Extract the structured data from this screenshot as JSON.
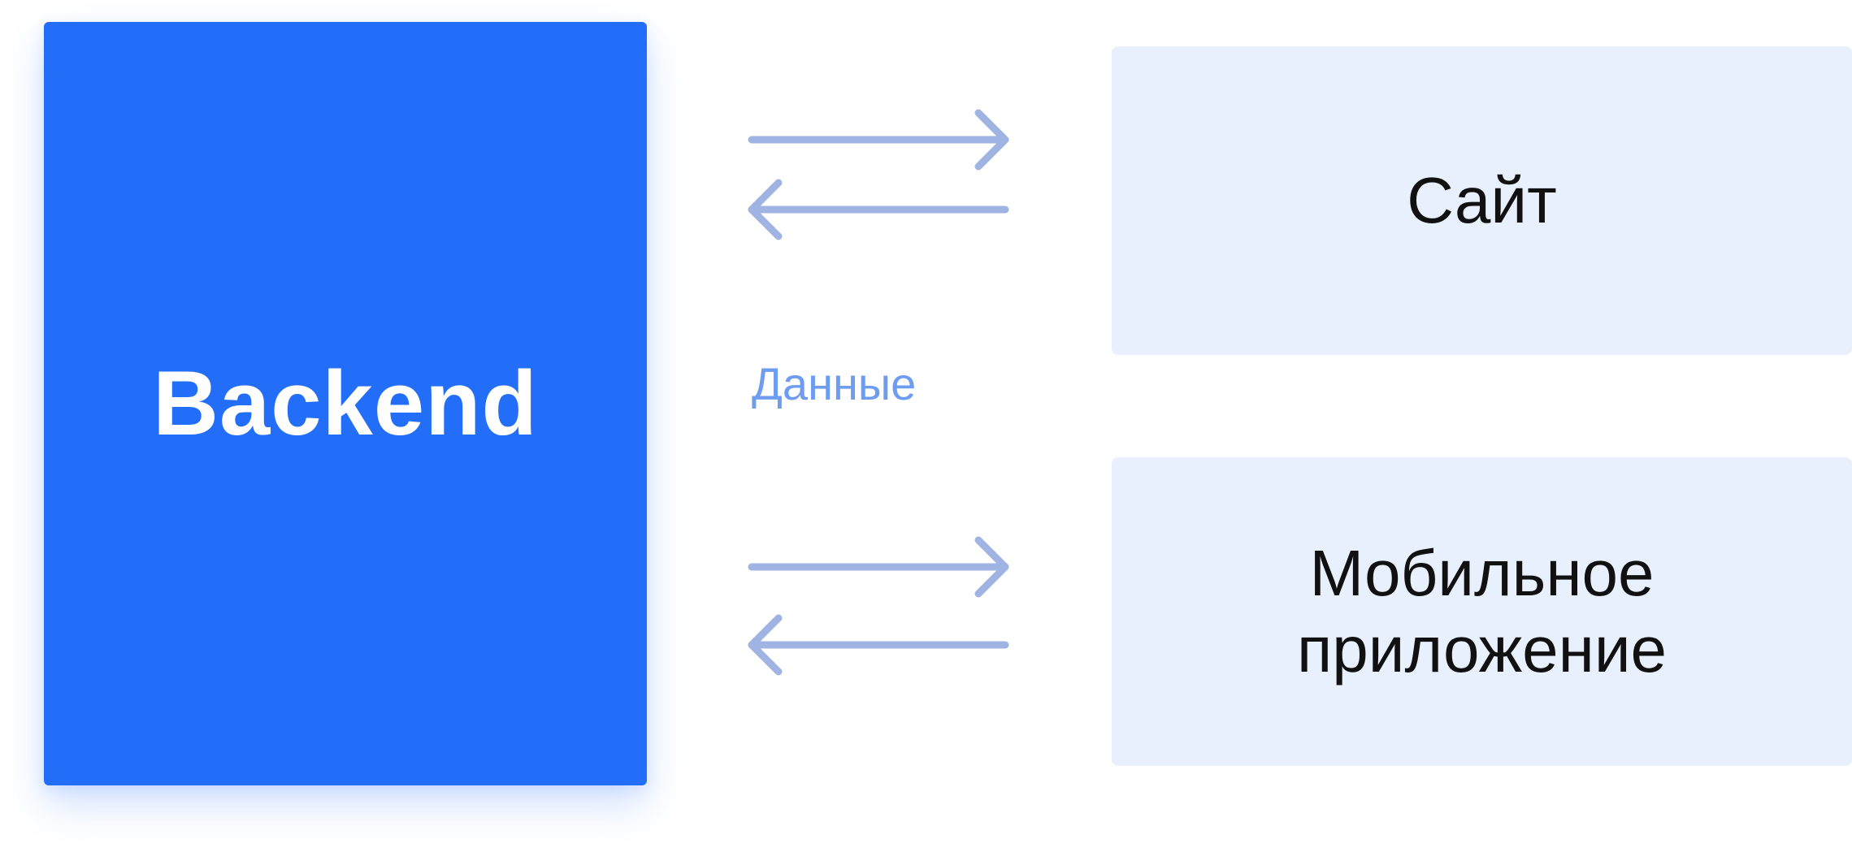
{
  "diagram": {
    "backend": {
      "label": "Backend",
      "color": "#226ef8"
    },
    "connector": {
      "label": "Данные",
      "label_color": "#6e9cf0",
      "arrow_color": "#9fb4e3"
    },
    "clients": [
      {
        "label_lines": [
          "Сайт"
        ],
        "fill_color": "#e9f0fd"
      },
      {
        "label_lines": [
          "Мобильное",
          "приложение"
        ],
        "fill_color": "#e9f0fd"
      }
    ]
  }
}
